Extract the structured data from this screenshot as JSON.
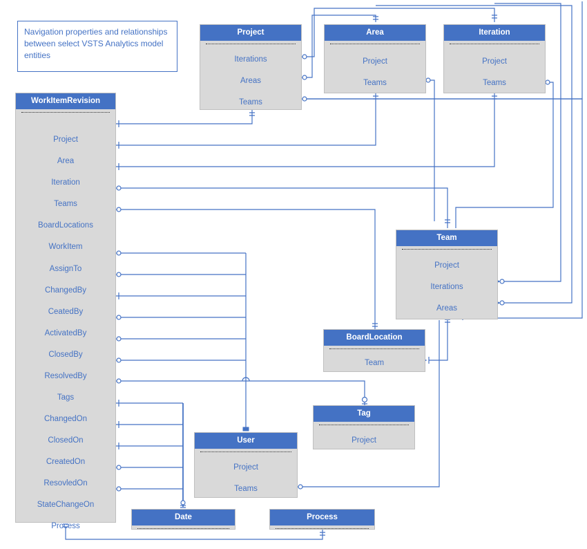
{
  "diagram": {
    "title": "Navigation properties and relationships between select VSTS Analytics model entities",
    "note_text": "Navigation properties and relationships between select VSTS Analytics model entities",
    "colors": {
      "header_blue": "#4472C4",
      "body_gray": "#D9D9D9",
      "text_blue": "#4472C4",
      "connector_blue": "#4472C4",
      "header_text": "#FFFFFF",
      "background": "#FFFFFF"
    }
  },
  "entities": {
    "workitemrevision": {
      "name": "WorkItemRevision",
      "attributes": [
        "Project",
        "Area",
        "Iteration",
        "Teams",
        "BoardLocations",
        "WorkItem",
        "AssignTo",
        "ChangedBy",
        "CeatedBy",
        "ActivatedBy",
        "ClosedBy",
        "ResolvedBy",
        "Tags",
        "ChangedOn",
        "ClosedOn",
        "CreatedOn",
        "ResovledOn",
        "StateChangeOn",
        "Process"
      ]
    },
    "project": {
      "name": "Project",
      "attributes": [
        "Iterations",
        "Areas",
        "Teams"
      ]
    },
    "area": {
      "name": "Area",
      "attributes": [
        "Project",
        "Teams"
      ]
    },
    "iteration": {
      "name": "Iteration",
      "attributes": [
        "Project",
        "Teams"
      ]
    },
    "team": {
      "name": "Team",
      "attributes": [
        "Project",
        "Iterations",
        "Areas"
      ]
    },
    "boardlocation": {
      "name": "BoardLocation",
      "attributes": [
        "Team"
      ]
    },
    "tag": {
      "name": "Tag",
      "attributes": [
        "Project"
      ]
    },
    "user": {
      "name": "User",
      "attributes": [
        "Project",
        "Teams"
      ]
    },
    "date": {
      "name": "Date",
      "attributes": []
    },
    "process": {
      "name": "Process",
      "attributes": []
    }
  },
  "relationships": [
    {
      "from": "WorkItemRevision.Project",
      "to": "Project",
      "cardinality": "many-to-one"
    },
    {
      "from": "WorkItemRevision.Area",
      "to": "Area",
      "cardinality": "many-to-one"
    },
    {
      "from": "WorkItemRevision.Iteration",
      "to": "Iteration",
      "cardinality": "many-to-one"
    },
    {
      "from": "WorkItemRevision.Teams",
      "to": "Team",
      "cardinality": "many-to-zero-or-many"
    },
    {
      "from": "WorkItemRevision.BoardLocations",
      "to": "BoardLocation",
      "cardinality": "many-to-zero-or-many"
    },
    {
      "from": "WorkItemRevision.AssignTo",
      "to": "User",
      "cardinality": "many-to-zero-or-one"
    },
    {
      "from": "WorkItemRevision.ChangedBy",
      "to": "User",
      "cardinality": "many-to-zero-or-one"
    },
    {
      "from": "WorkItemRevision.CeatedBy",
      "to": "User",
      "cardinality": "many-to-one"
    },
    {
      "from": "WorkItemRevision.ActivatedBy",
      "to": "User",
      "cardinality": "many-to-zero-or-one"
    },
    {
      "from": "WorkItemRevision.ClosedBy",
      "to": "User",
      "cardinality": "many-to-zero-or-one"
    },
    {
      "from": "WorkItemRevision.ResolvedBy",
      "to": "User",
      "cardinality": "many-to-zero-or-one"
    },
    {
      "from": "WorkItemRevision.Tags",
      "to": "Tag",
      "cardinality": "many-to-zero-or-many"
    },
    {
      "from": "WorkItemRevision.ChangedOn",
      "to": "Date",
      "cardinality": "many-to-one"
    },
    {
      "from": "WorkItemRevision.ClosedOn",
      "to": "Date",
      "cardinality": "many-to-one"
    },
    {
      "from": "WorkItemRevision.CreatedOn",
      "to": "Date",
      "cardinality": "many-to-one"
    },
    {
      "from": "WorkItemRevision.ResovledOn",
      "to": "Date",
      "cardinality": "many-to-zero-or-one"
    },
    {
      "from": "WorkItemRevision.StateChangeOn",
      "to": "Date",
      "cardinality": "many-to-zero-or-one"
    },
    {
      "from": "WorkItemRevision.Process",
      "to": "Process",
      "cardinality": "one-to-one"
    },
    {
      "from": "Project.Iterations",
      "to": "Iteration",
      "cardinality": "one-to-zero-or-many"
    },
    {
      "from": "Project.Areas",
      "to": "Area",
      "cardinality": "one-to-zero-or-many"
    },
    {
      "from": "Project.Teams",
      "to": "Team",
      "cardinality": "one-to-zero-or-many"
    },
    {
      "from": "Area.Teams",
      "to": "Team",
      "cardinality": "one-to-zero-or-many"
    },
    {
      "from": "Iteration.Teams",
      "to": "Team",
      "cardinality": "one-to-zero-or-many"
    },
    {
      "from": "Team.Iterations",
      "to": "Iteration",
      "cardinality": "one-to-zero-or-many"
    },
    {
      "from": "Team.Areas",
      "to": "Area",
      "cardinality": "one-to-zero-or-many"
    },
    {
      "from": "BoardLocation.Team",
      "to": "Team",
      "cardinality": "many-to-one"
    },
    {
      "from": "User.Teams",
      "to": "Team",
      "cardinality": "many-to-zero-or-many"
    }
  ]
}
